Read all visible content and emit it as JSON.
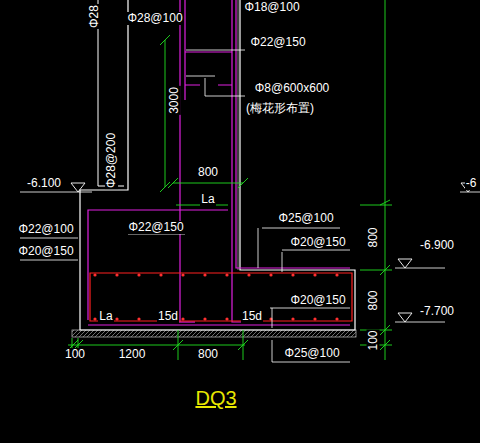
{
  "diagram": {
    "title": "DQ3",
    "labels": [
      "Φ28",
      "Φ18@100",
      "Φ28@100",
      "Φ22@150",
      "Φ8@600x600",
      "(梅花形布置)",
      "3000",
      "Φ28@200",
      "-6.100",
      "800",
      "La",
      "Φ22@100",
      "Φ22@150",
      "Φ20@150",
      "Φ25@100",
      "Φ20@150",
      "800",
      "-6.900",
      "Φ20@150",
      "800",
      "-7.700",
      "La",
      "15d",
      "15d",
      "100",
      "Φ25@100",
      "100",
      "1200",
      "800",
      "-6"
    ]
  }
}
